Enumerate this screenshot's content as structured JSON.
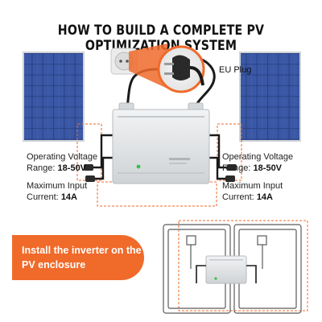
{
  "title": "HOW TO BUILD A COMPLETE PV OPTIMIZATION SYSTEM",
  "plug_label": "EU Plug",
  "left_spec": {
    "voltage_label": "Operating Voltage",
    "range_label": "Range:",
    "range_value": "18-50V",
    "current_label": "Maximum Input",
    "current_key": "Current:",
    "current_value": "14A"
  },
  "right_spec": {
    "voltage_label": "Operating Voltage",
    "range_label": "Range:",
    "range_value": "18-50V",
    "current_label": "Maximum Input",
    "current_key": "Current:",
    "current_value": "14A"
  },
  "install_label": "Install the inverter on the PV enclosure",
  "colors": {
    "accent": "#f06a2a",
    "panel": "#2a3f7a",
    "inverter": "#e6e8ea"
  }
}
